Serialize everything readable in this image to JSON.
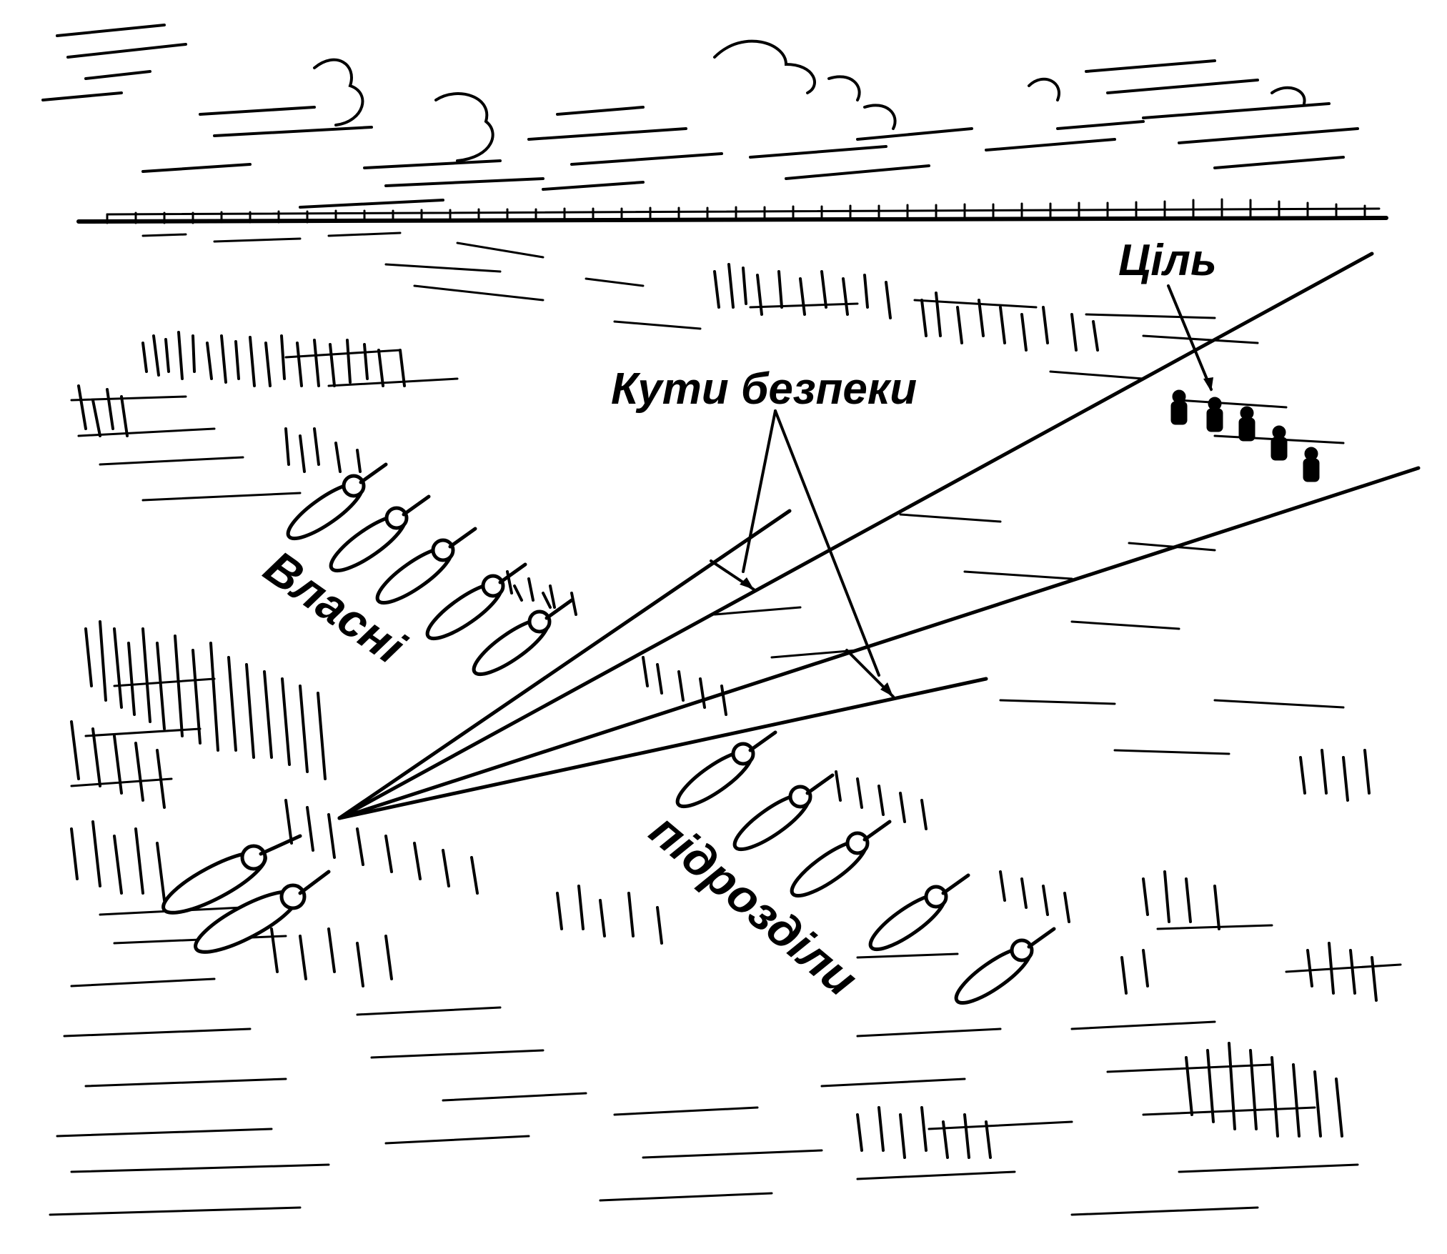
{
  "labels": {
    "target": "Ціль",
    "safety_angles": "Кути безпеки",
    "own_units_line1": "Власні",
    "own_units_line2": "підрозділи"
  },
  "colors": {
    "ink": "#000000",
    "paper": "#ffffff"
  }
}
